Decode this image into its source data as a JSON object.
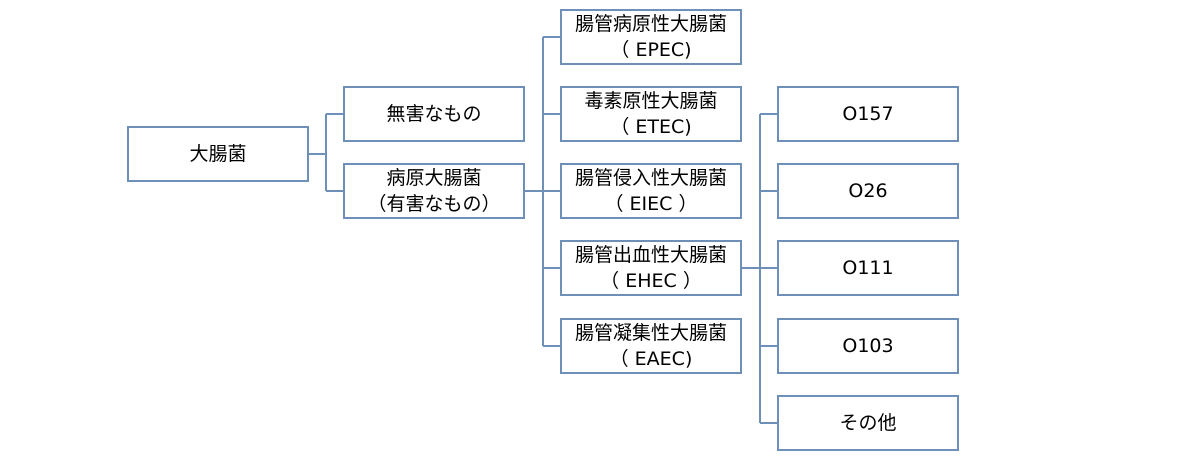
{
  "root": {
    "label": "大腸菌"
  },
  "level1": {
    "harmless": {
      "label": "無害なもの"
    },
    "pathogenic": {
      "line1": "病原大腸菌",
      "line2": "（有害なもの）"
    }
  },
  "level2": [
    {
      "line1": "腸管病原性大腸菌",
      "line2": "（ EPEC)"
    },
    {
      "line1": "毒素原性大腸菌",
      "line2": "（ ETEC)"
    },
    {
      "line1": "腸管侵入性大腸菌",
      "line2": "（ EIEC ）"
    },
    {
      "line1": "腸管出血性大腸菌",
      "line2": "（ EHEC ）"
    },
    {
      "line1": "腸管凝集性大腸菌",
      "line2": "（ EAEC)"
    }
  ],
  "level3": [
    {
      "label": "O157"
    },
    {
      "label": "O26"
    },
    {
      "label": "O111"
    },
    {
      "label": "O103"
    },
    {
      "label": "その他"
    }
  ],
  "colors": {
    "line": "#6d8fb8",
    "box_border": "#6d8fb8",
    "box_fill": "#ffffff",
    "text": "#000000"
  }
}
